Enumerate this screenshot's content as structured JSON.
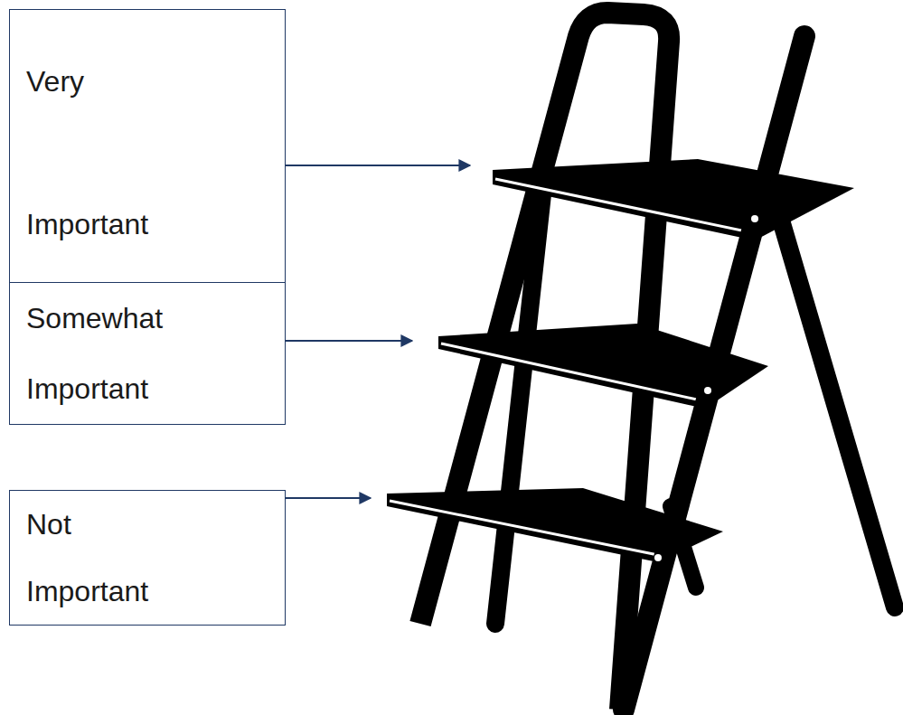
{
  "diagram": {
    "nodes": [
      {
        "text": [
          "Very Important"
        ]
      },
      {
        "text": [
          "Somewhat Important"
        ]
      },
      {
        "text": [
          "Not Important"
        ]
      }
    ]
  }
}
